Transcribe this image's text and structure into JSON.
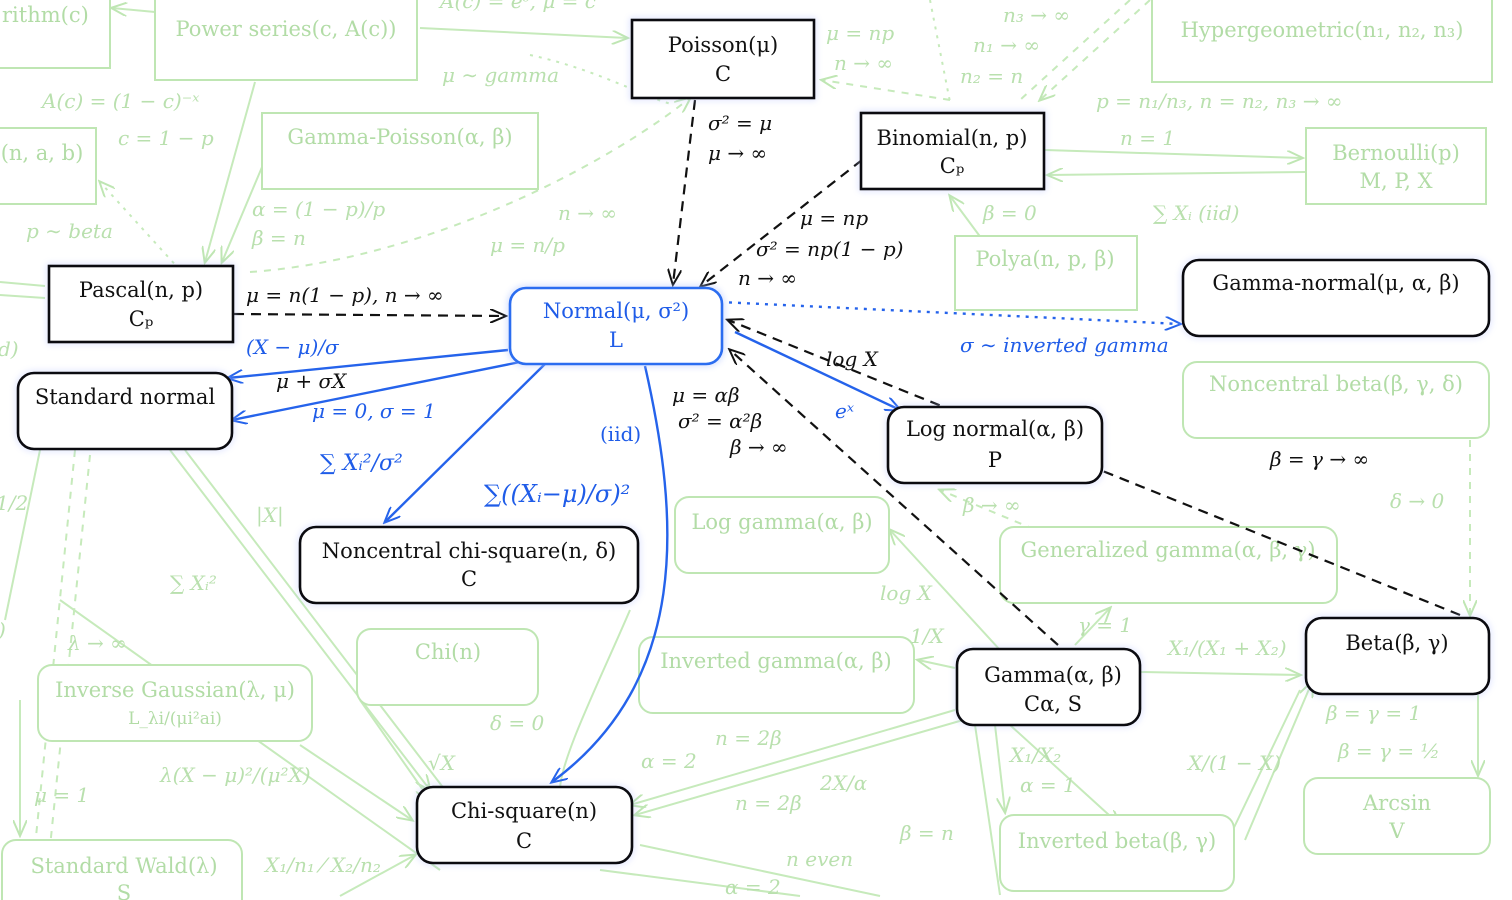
{
  "faint_nodes": {
    "logarithm": "rithm(c)",
    "power_series": "Power series(c, A(c))",
    "hypergeometric": "Hypergeometric(n₁, n₂, n₃)",
    "nab": "(n, a, b)",
    "gamma_poisson": "Gamma-Poisson(α, β)",
    "bernoulli": {
      "name": "Bernoulli(p)",
      "props": "M, P, X"
    },
    "polya": "Polya(n, p, β)",
    "noncentral_beta": "Noncentral beta(β, γ, δ)",
    "log_gamma": "Log gamma(α, β)",
    "generalized_gamma": "Generalized gamma(α, β, γ)",
    "chi": "Chi(n)",
    "inverse_gaussian": {
      "name": "Inverse Gaussian(λ, μ)",
      "props": "L_λi/(μi²ai)"
    },
    "inverted_gamma": "Inverted gamma(α, β)",
    "arcsin": {
      "name": "Arcsin",
      "props": "V"
    },
    "inverted_beta": "Inverted beta(β, γ)",
    "standard_wald": {
      "name": "Standard Wald(λ)",
      "props": "S"
    }
  },
  "dark_nodes": {
    "poisson": {
      "name": "Poisson(μ)",
      "props": "C"
    },
    "binomial": {
      "name": "Binomial(n, p)",
      "props": "Cₚ"
    },
    "pascal": {
      "name": "Pascal(n, p)",
      "props": "Cₚ"
    },
    "gamma_normal": {
      "name": "Gamma-normal(μ, α, β)",
      "props": ""
    },
    "standard_normal": {
      "name": "Standard normal",
      "props": ""
    },
    "log_normal": {
      "name": "Log normal(α, β)",
      "props": "P"
    },
    "noncentral_chi_square": {
      "name": "Noncentral chi-square(n, δ)",
      "props": "C"
    },
    "beta": {
      "name": "Beta(β, γ)",
      "props": ""
    },
    "gamma": {
      "name": "Gamma(α, β)",
      "props": "Cα, S"
    },
    "chi_square": {
      "name": "Chi-square(n)",
      "props": "C"
    }
  },
  "center_node": {
    "name": "Normal(μ, σ²)",
    "props": "L"
  },
  "dark_labels": {
    "poisson_1": "σ² = μ",
    "poisson_2": "μ → ∞",
    "binomial_1": "μ = np",
    "binomial_2": "σ² = np(1 − p)",
    "binomial_3": "n → ∞",
    "pascal": "μ = n(1 − p), n → ∞",
    "std_normal_mid": "μ + σX",
    "gamma_1": "μ = αβ",
    "gamma_2": "σ² = α²β",
    "gamma_3": "β → ∞",
    "log_x": "log X",
    "beta_limit": "β = γ → ∞"
  },
  "blue_labels": {
    "std_normal_top": "(X − μ)/σ",
    "std_normal_bottom": "μ = 0, σ = 1",
    "noncentral_sum": "∑ Xᵢ²/σ²",
    "iid": "(iid)",
    "chi_sum": "∑((Xᵢ−μ)/σ)²",
    "exp_x": "eˣ",
    "inverted_gamma": "σ ∼ inverted gamma"
  },
  "faint_labels": {
    "top_fragment": "A(c) = eᶜ, μ = c",
    "n3": "n₃ → ∞",
    "mu_np": "μ = np",
    "n_inf": "n → ∞",
    "n1": "n₁ → ∞",
    "n2": "n₂ = n",
    "mu_gamma": "μ ∼ gamma",
    "ac": "A(c) = (1 − c)⁻ˣ",
    "hyp_limit": "p = n₁/n₃, n = n₂, n₃ → ∞",
    "c_p": "c = 1 − p",
    "n_1": "n = 1",
    "alpha": "α = (1 − p)/p",
    "n_inf_2": "n → ∞",
    "beta_0": "β = 0",
    "sum_iid": "∑ Xᵢ (iid)",
    "p_beta": "p ∼ beta",
    "beta_n": "β = n",
    "mu_n_p": "μ = n/p",
    "d": "d)",
    "abs_x": "|X|",
    "delta_0": "δ → 0",
    "beta_inf": "β → ∞",
    "sum_x2": "∑ Xᵢ²",
    "log_x": "log X",
    "gamma_1": "γ = 1",
    "ratio": "X₁/(X₁ + X₂)",
    "one_over_x": "1/X",
    "lambda_inf": "λ → ∞",
    "delta_eq_0": "δ = 0",
    "beta_gamma_1": "β = γ = 1",
    "n_2beta": "n = 2β",
    "x1_x2": "X₁/X₂",
    "alpha_2": "α = 2",
    "sqrt_x": "√X",
    "beta_gamma_half": "β = γ = ½",
    "alpha_1": "α = 1",
    "x_1mx": "X/(1 − X)",
    "two_x_alpha": "2X/α",
    "lambda_expr": "λ(X − μ)²/(μ²X)",
    "n_2beta_2": "n = 2β",
    "mu_1": "μ = 1",
    "beta_eq_n": "β = n",
    "f_ratio": "X₁/n₁ ⁄ X₂/n₂",
    "n_even": "n even",
    "alpha_2_bottom": "α = 2",
    "half_frac": "1/2",
    "left_paren": ")"
  }
}
